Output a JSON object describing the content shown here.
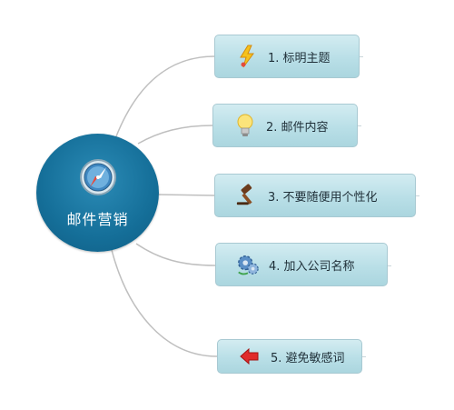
{
  "center": {
    "label": "邮件营销",
    "icon": "compass-icon"
  },
  "branches": [
    {
      "label": "1. 标明主题",
      "icon": "lightning-icon"
    },
    {
      "label": "2. 邮件内容",
      "icon": "lightbulb-icon"
    },
    {
      "label": "3. 不要随便用个性化",
      "icon": "gavel-icon"
    },
    {
      "label": "4. 加入公司名称",
      "icon": "gears-icon"
    },
    {
      "label": "5. 避免敏感词",
      "icon": "red-arrow-left-icon"
    }
  ],
  "colors": {
    "center_fill": "#156f99",
    "branch_fill": "#b9dfe7",
    "connector": "#bfbfbf"
  }
}
